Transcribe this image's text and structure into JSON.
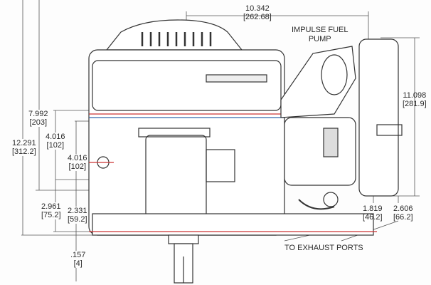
{
  "dimensions": [
    {
      "id": "overall-width",
      "inch": "10.342",
      "mm": "[262.68]"
    },
    {
      "id": "right-height",
      "inch": "11.098",
      "mm": "[281.9]"
    },
    {
      "id": "upper-height",
      "inch": "7.992",
      "mm": "[203]"
    },
    {
      "id": "overall-height",
      "inch": "12.291",
      "mm": "[312.2]"
    },
    {
      "id": "mount-upper-a",
      "inch": "4.016",
      "mm": "[102]"
    },
    {
      "id": "mount-upper-b",
      "inch": "4.016",
      "mm": "[102]"
    },
    {
      "id": "base-height-a",
      "inch": "2.961",
      "mm": "[75.2]"
    },
    {
      "id": "base-height-b",
      "inch": "2.331",
      "mm": "[59.2]"
    },
    {
      "id": "exhaust-offset-a",
      "inch": "1.819",
      "mm": "[46.2]"
    },
    {
      "id": "exhaust-offset-b",
      "inch": "2.606",
      "mm": "[66.2]"
    },
    {
      "id": "shaft-step",
      "inch": ".157",
      "mm": "[4]"
    }
  ],
  "annotations": {
    "fuel_pump_line1": "IMPULSE FUEL",
    "fuel_pump_line2": "PUMP",
    "exhaust": "TO EXHAUST PORTS"
  }
}
